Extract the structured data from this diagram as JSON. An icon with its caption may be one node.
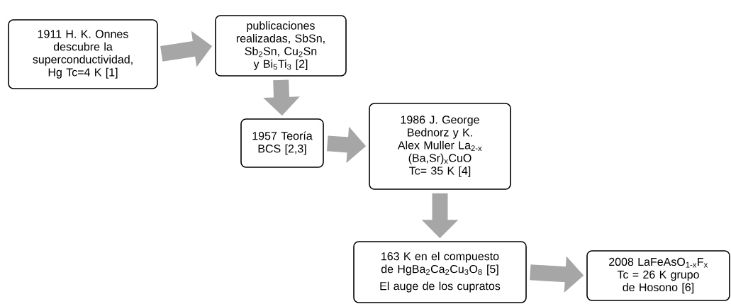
{
  "diagram": {
    "nodes": [
      {
        "text": [
          "1911 H. K. Onnes descubre la superconductividad, Hg Tc=4 K [1]"
        ]
      },
      {
        "text": [
          "publicaciones realizadas, SbSn, Sb$_{2}$Sn, Cu$_{2}$Sn y Bi$_{5}$Ti$_{3}$ [2]"
        ]
      },
      {
        "text": [
          "1957 Teoría BCS [2,3]"
        ]
      },
      {
        "text": [
          "1986 J. George Bednorz y K. Alex Muller La$_{2-x}$ (Ba,Sr)$_{x}$CuO Tc= 35 K [4]"
        ]
      },
      {
        "text": [
          "163 K en el compuesto de HgBa$_{2}$Ca$_{2}$Cu$_{3}$O$_{8}$ [5]",
          "El auge de los cupratos"
        ]
      },
      {
        "text": [
          "2008 LaFeAsO$_{1-x}$F$_{x}$ Tc = 26 K grupo de Hosono [6]"
        ]
      }
    ],
    "edges": [
      {
        "from": 0,
        "to": 1,
        "arrow": "to"
      },
      {
        "from": 1,
        "to": 2,
        "arrow": "to"
      },
      {
        "from": 2,
        "to": 3,
        "arrow": "to"
      },
      {
        "from": 3,
        "to": 4,
        "arrow": "to"
      },
      {
        "from": 4,
        "to": 5,
        "arrow": "to"
      }
    ]
  }
}
